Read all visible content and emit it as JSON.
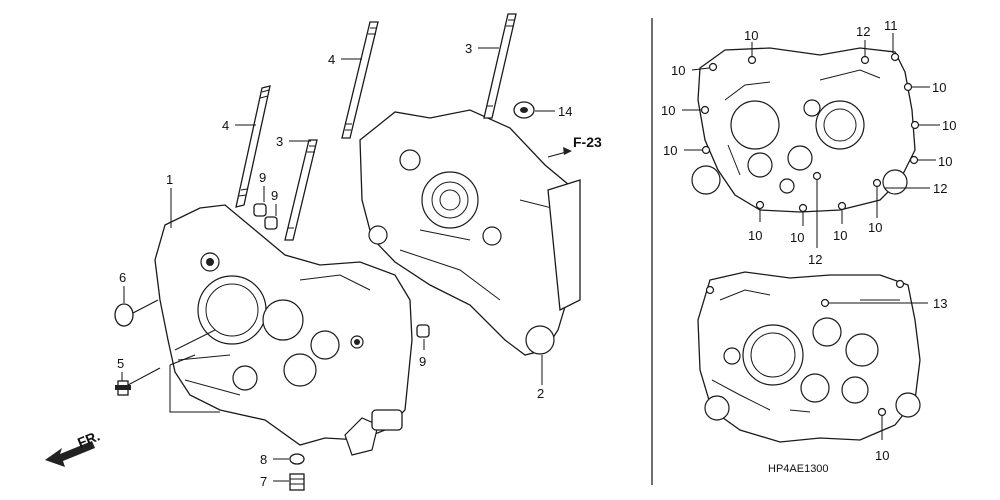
{
  "diagram_code": "HP4AE1300",
  "fr_arrow_label": "FR.",
  "ref_label": "F-23",
  "callouts": {
    "c1": "1",
    "c2": "2",
    "c3a": "3",
    "c3b": "3",
    "c4a": "4",
    "c4b": "4",
    "c5": "5",
    "c6": "6",
    "c7": "7",
    "c8": "8",
    "c9a": "9",
    "c9b": "9",
    "c9c": "9",
    "c10a": "10",
    "c10b": "10",
    "c10c": "10",
    "c10d": "10",
    "c10e": "10",
    "c10f": "10",
    "c10g": "10",
    "c10h": "10",
    "c10i": "10",
    "c10j": "10",
    "c10k": "10",
    "c10l": "10",
    "c11": "11",
    "c12a": "12",
    "c12b": "12",
    "c12c": "12",
    "c13": "13",
    "c14": "14"
  }
}
